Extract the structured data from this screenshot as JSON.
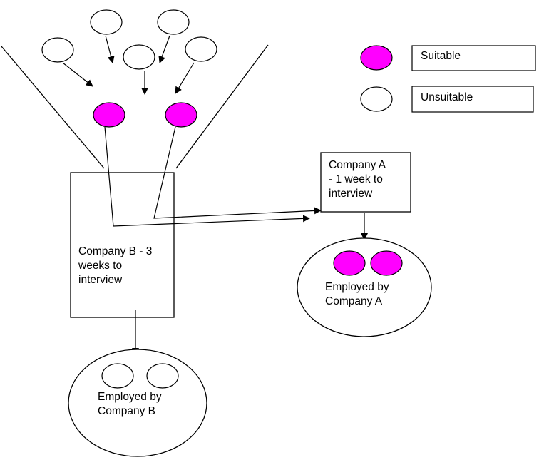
{
  "colors": {
    "suitable": "#ff00ff",
    "unsuitable": "#ffffff",
    "stroke": "#000000"
  },
  "legend": {
    "suitable_label": "Suitable",
    "unsuitable_label": "Unsuitable"
  },
  "company_a": {
    "lines": [
      "Company A",
      "- 1 week to",
      "interview"
    ]
  },
  "company_b": {
    "lines": [
      "Company B - 3",
      "weeks to",
      "interview"
    ]
  },
  "pool_a": {
    "lines": [
      "Employed by",
      "Company A"
    ]
  },
  "pool_b": {
    "lines": [
      "Employed by",
      "Company B"
    ]
  }
}
